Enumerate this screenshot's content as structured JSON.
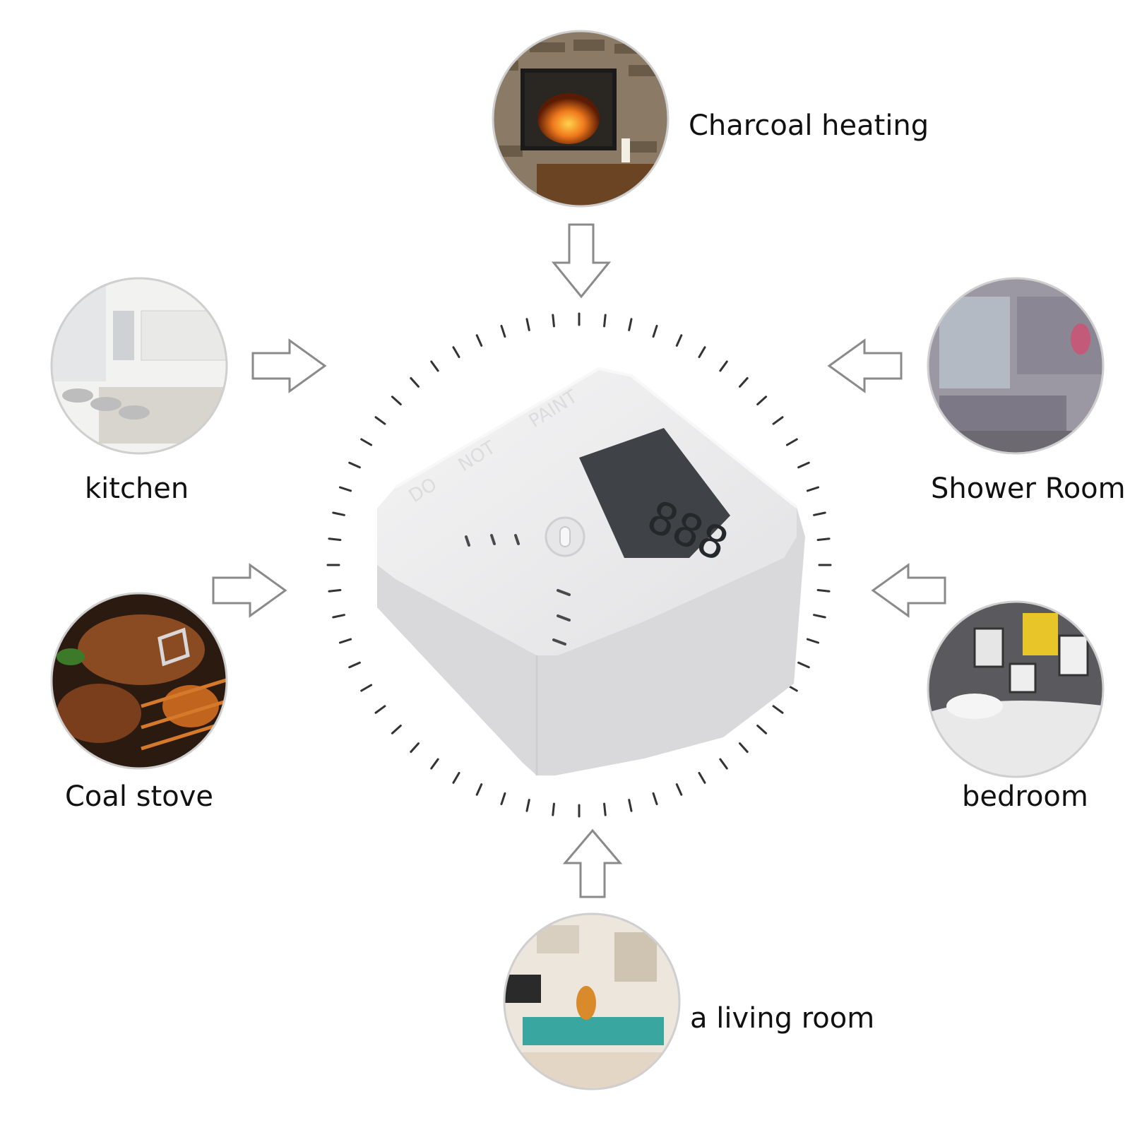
{
  "scenes": {
    "charcoal_heating": "Charcoal heating",
    "kitchen": "kitchen",
    "shower_room": "Shower Room",
    "coal_stove": "Coal stove",
    "bedroom": "bedroom",
    "living_room": "a living room"
  },
  "device": {
    "embossed_text": [
      "DO",
      "NOT",
      "PAINT"
    ],
    "display": "888"
  },
  "colors": {
    "background": "#ffffff",
    "device_body": "#eeeeef",
    "lcd": "#3f4347",
    "arrow_outline": "#8a8a8a"
  }
}
